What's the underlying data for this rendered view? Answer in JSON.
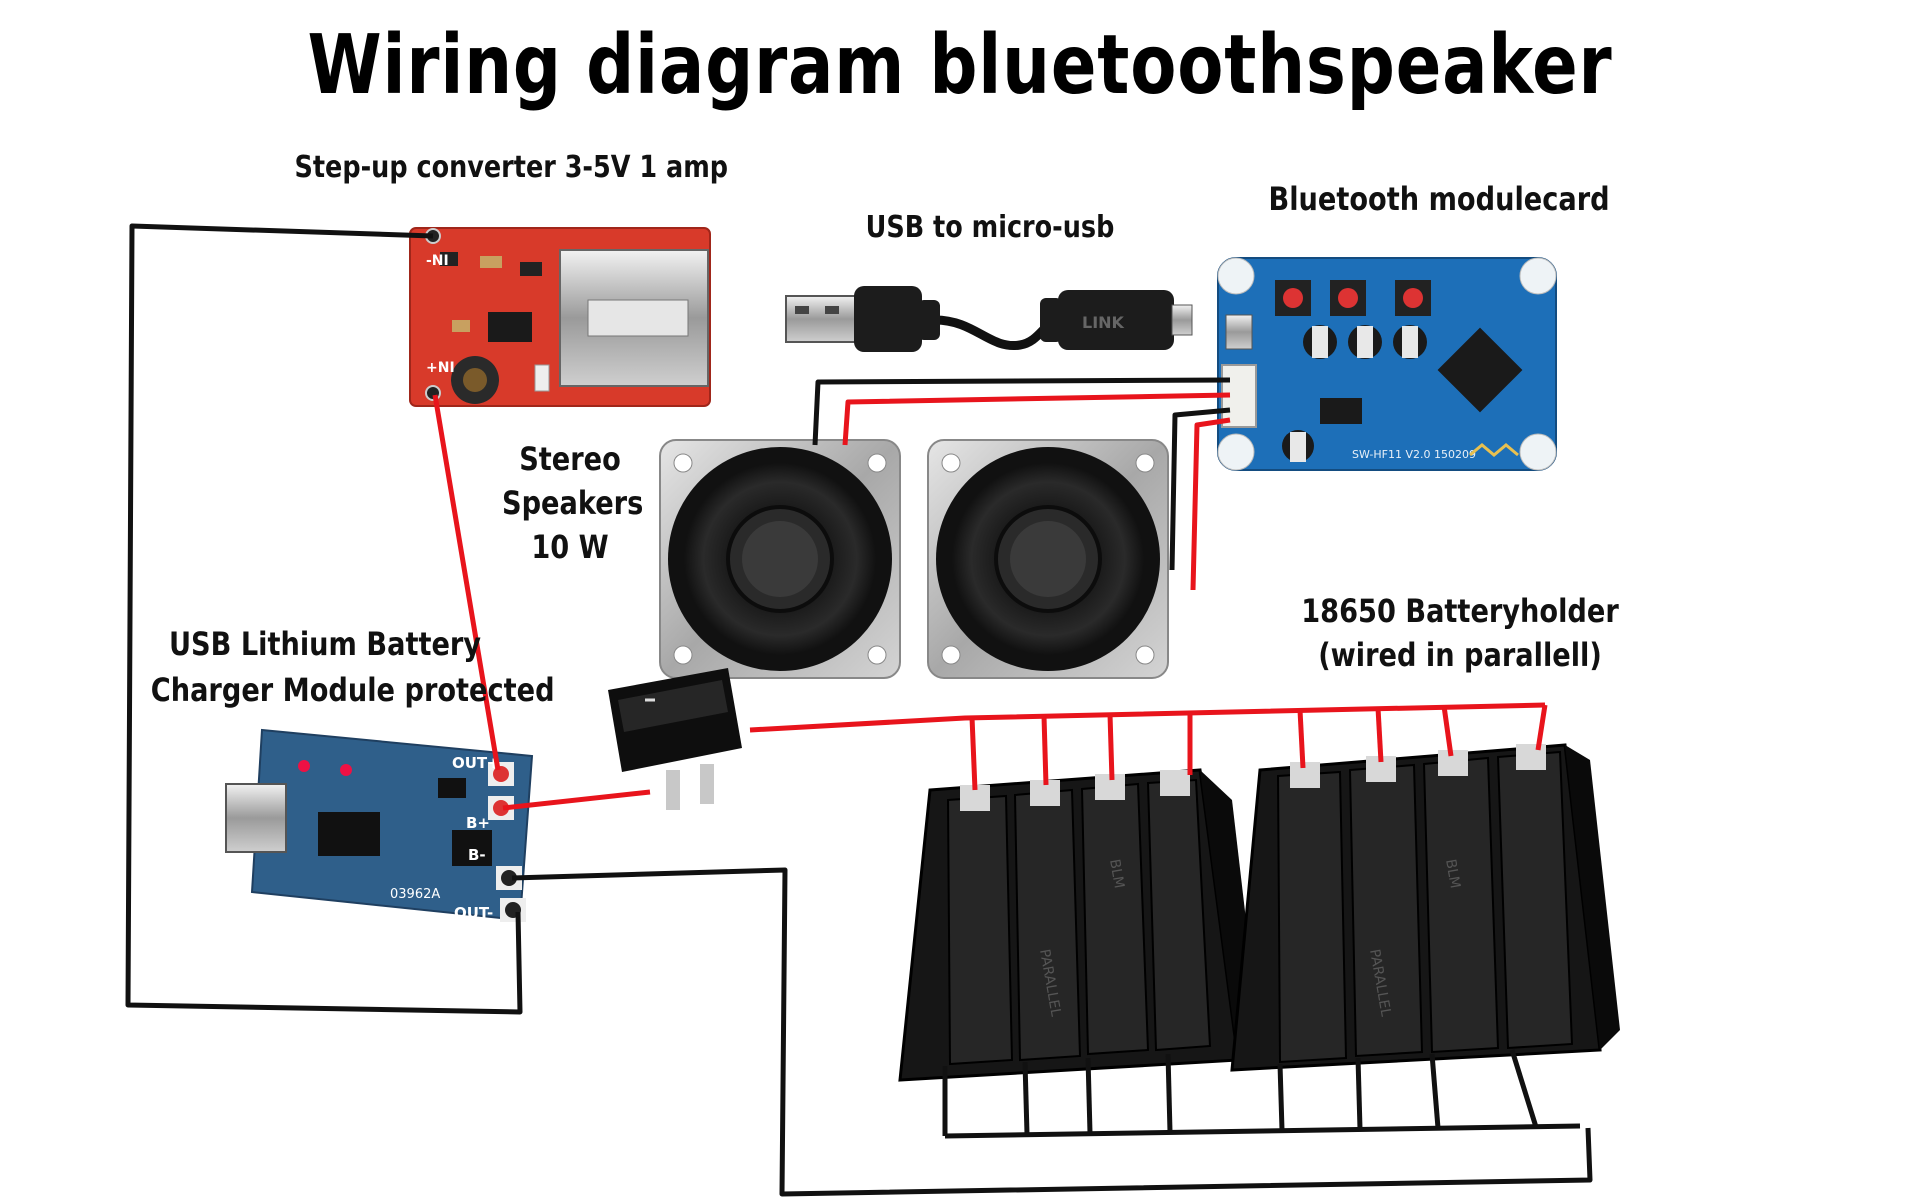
{
  "title": "Wiring diagram bluetoothspeaker",
  "labels": {
    "step_up": "Step-up converter 3-5V 1 amp",
    "usb_cable": "USB to micro-usb",
    "bluetooth": "Bluetooth modulecard",
    "speakers_line1": "Stereo",
    "speakers_line2": "Speakers",
    "speakers_line3": "10 W",
    "charger_line1": "USB Lithium Battery",
    "charger_line2": "Charger Module protected",
    "battery_line1": "18650 Batteryholder",
    "battery_line2": "(wired in parallell)"
  },
  "board_text": {
    "stepup_in_minus": "-NI",
    "stepup_in_plus": "+NI",
    "charger_out_plus": "OUT+",
    "charger_b_plus": "B+",
    "charger_b_minus": "B-",
    "charger_out_minus": "OUT-",
    "charger_chip": "03962A",
    "cable_brand": "LINK",
    "battery_mark": "PARALLEL",
    "battery_logo": "BLM",
    "bt_model": "SW-HF11 V2.0 150209"
  },
  "colors": {
    "wire_red": "#e8141c",
    "wire_black": "#111111",
    "stepup_board": "#d83a2a",
    "charger_board": "#2f5f8a",
    "bt_board": "#1d6fb8",
    "battery_holder": "#1a1a1a"
  }
}
